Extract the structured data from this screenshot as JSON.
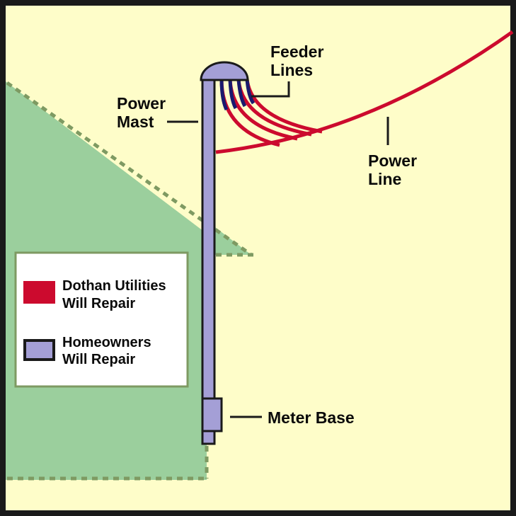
{
  "labels": {
    "feeder_lines": [
      "Feeder",
      "Lines"
    ],
    "power_mast": [
      "Power",
      "Mast"
    ],
    "power_line": [
      "Power",
      "Line"
    ],
    "meter_base": "Meter Base"
  },
  "legend": {
    "items": [
      {
        "lines": [
          "Dothan Utilities",
          "Will Repair"
        ],
        "color": "#cc0a2e"
      },
      {
        "lines": [
          "Homeowners",
          "Will Repair"
        ],
        "color": "#a49fd6"
      }
    ]
  },
  "colors": {
    "background": "#fefdc9",
    "house": "#9bcf9d",
    "utility": "#cc0a2e",
    "homeowner": "#a49fd6",
    "feeder_top": "#1a1a6e"
  }
}
